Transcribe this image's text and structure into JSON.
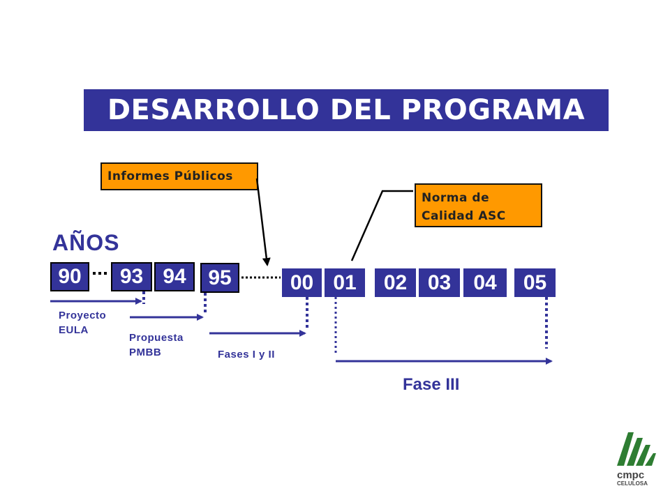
{
  "title": "DESARROLLO DEL PROGRAMA",
  "callouts": {
    "informes": "Informes Públicos",
    "norma_line1": "Norma de",
    "norma_line2": "Calidad ASC"
  },
  "anos_label": "AÑOS",
  "years": [
    "90",
    "93",
    "94",
    "95",
    "00",
    "01",
    "02",
    "03",
    "04",
    "05"
  ],
  "phases": {
    "proyecto_line1": "Proyecto",
    "proyecto_line2": "EULA",
    "propuesta_line1": "Propuesta",
    "propuesta_line2": "PMBB",
    "fases_i_ii": "Fases I y II",
    "fase_iii": "Fase III"
  },
  "logo": {
    "brand": "cmpc",
    "sub": "CELULOSA"
  },
  "colors": {
    "title_bg": "#333399",
    "year_box": "#333399",
    "text_blue": "#333399",
    "arrow_blue": "#333399",
    "callout_bg": "#ff9900",
    "logo_green": "#2e7d32"
  }
}
